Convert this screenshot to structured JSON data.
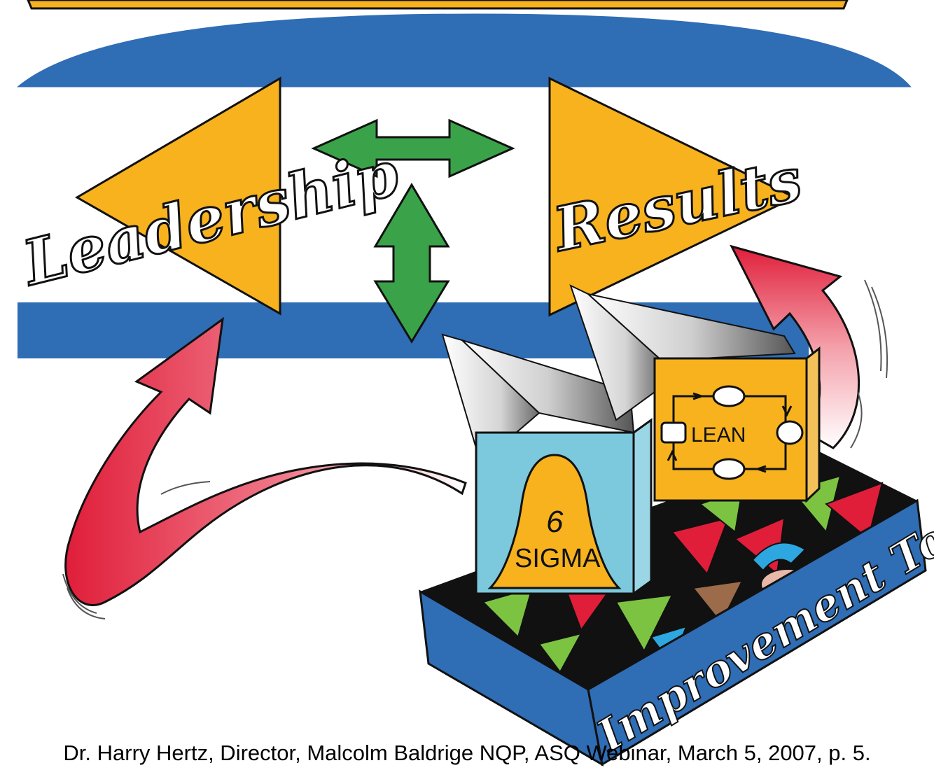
{
  "colors": {
    "blue": "#2f6db5",
    "gold": "#f7b21e",
    "green": "#3aa34a",
    "red": "#e01e3a",
    "light_blue": "#7cc8dc",
    "outline": "#111111"
  },
  "labels": {
    "leadership": "Leadership",
    "results": "Results",
    "lean": "LEAN",
    "sigma_number": "6",
    "sigma_word": "SIGMA",
    "improvement_tools": "Improvement Tools"
  },
  "citation": "Dr. Harry Hertz, Director, Malcolm Baldrige NQP, ASQ Webinar, March 5, 2007, p. 5."
}
